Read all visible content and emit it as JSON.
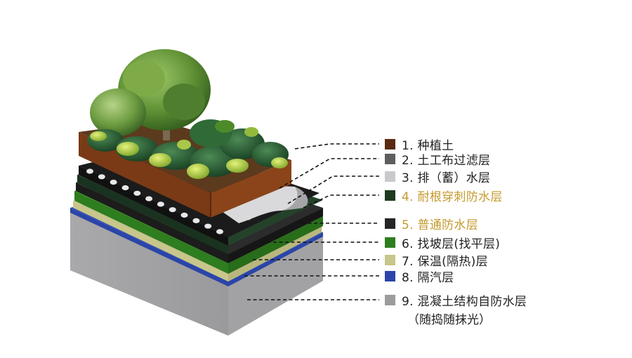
{
  "layers": [
    {
      "label": "1. 种植土",
      "color": "#5a2a12",
      "highlight": false
    },
    {
      "label": "2. 土工布过滤层",
      "color": "#5e5e5e",
      "highlight": false
    },
    {
      "label": "3. 排（蓄）水层",
      "color": "#c9c9cd",
      "highlight": false
    },
    {
      "label": "4. 耐根穿刺防水层",
      "color": "#1f3a1e",
      "highlight": true
    },
    {
      "label": "5. 普通防水层",
      "color": "#262626",
      "highlight": true
    },
    {
      "label": "6. 找坡层(找平层)",
      "color": "#2e7d1f",
      "highlight": false
    },
    {
      "label": "7. 保温(隔热)层",
      "color": "#c8c68a",
      "highlight": false
    },
    {
      "label": "8. 隔汽层",
      "color": "#2b45a8",
      "highlight": false
    },
    {
      "label": "9. 混凝土结构自防水层",
      "color": "#9c9c9c",
      "highlight": false
    }
  ],
  "layer9_note": "（随捣随抹光）",
  "colors": {
    "highlight_text": "#c59a2e",
    "label_text": "#222222",
    "leader": "#111111"
  }
}
